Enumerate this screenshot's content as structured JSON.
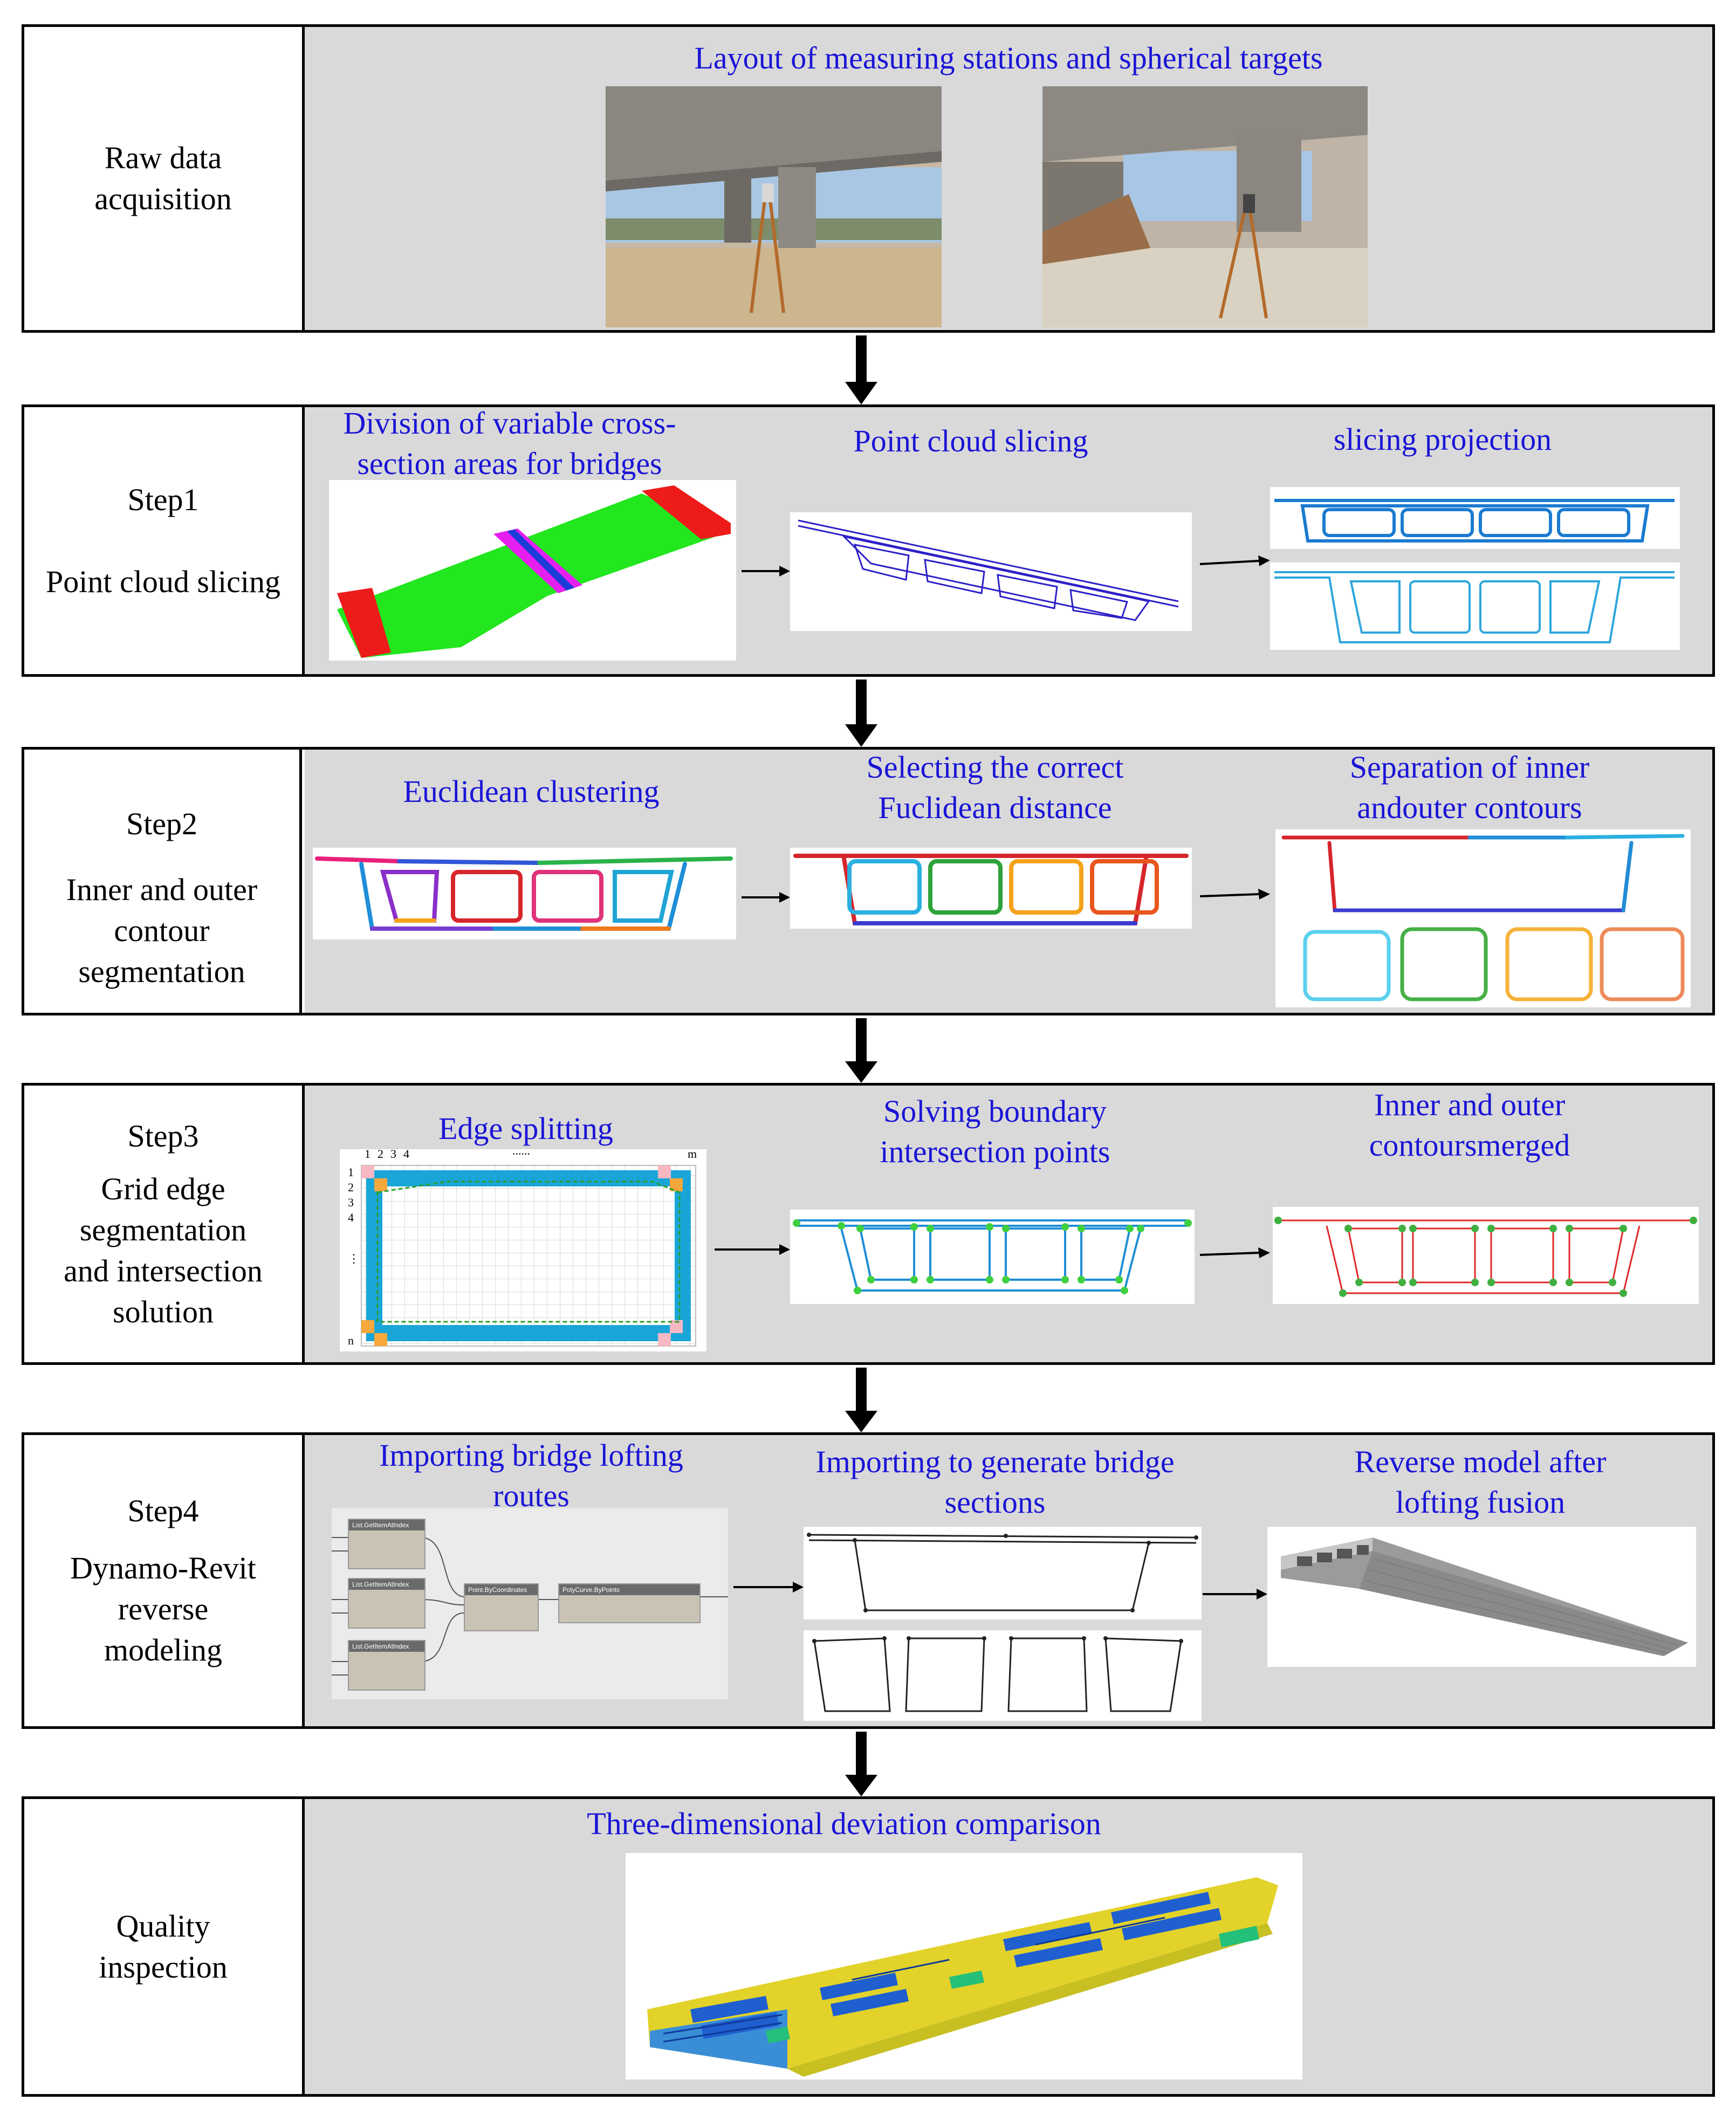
{
  "rows": [
    {
      "label_lines": [
        "Raw data",
        "acquisition"
      ],
      "titles": [
        "Layout of measuring stations and spherical targets"
      ],
      "photos": [
        "bridge-underside-photo-1",
        "bridge-underside-photo-2"
      ]
    },
    {
      "label_lines": [
        "Step1",
        "Point cloud slicing"
      ],
      "titles": [
        "Division of variable cross-",
        "section areas for bridges",
        "Point cloud slicing",
        "slicing projection"
      ]
    },
    {
      "label_lines": [
        "Step2",
        "Inner and outer",
        "contour",
        "segmentation"
      ],
      "titles": [
        "Euclidean clustering",
        "Selecting the correct",
        "Fuclidean distance",
        "Separation of inner",
        "andouter contours"
      ]
    },
    {
      "label_lines": [
        "Step3",
        "Grid edge",
        "segmentation",
        "and intersection",
        "solution"
      ],
      "titles": [
        "Edge splitting",
        "Solving boundary",
        "intersection points",
        "Inner and outer",
        "contoursmerged"
      ],
      "grid_labels": {
        "cols": [
          "1",
          "2",
          "3",
          "4",
          "......",
          "m"
        ],
        "rows": [
          "1",
          "2",
          "3",
          "4",
          "⋮",
          "n"
        ]
      }
    },
    {
      "label_lines": [
        "Step4",
        "Dynamo-Revit",
        "reverse",
        "modeling"
      ],
      "titles": [
        "Importing bridge lofting",
        "routes",
        "Importing to generate bridge",
        "sections",
        "Reverse model after",
        "lofting fusion"
      ],
      "nodes": [
        "List.GetItemAtIndex",
        "List.GetItemAtIndex",
        "List.GetItemAtIndex",
        "Point.ByCoordinates",
        "PolyCurve.ByPoints"
      ]
    },
    {
      "label_lines": [
        "Quality",
        "inspection"
      ],
      "titles": [
        "Three-dimensional deviation comparison"
      ]
    }
  ],
  "colors": {
    "title": "#1a14d6",
    "content_bg": "#d9d9d9",
    "border": "#000000"
  }
}
